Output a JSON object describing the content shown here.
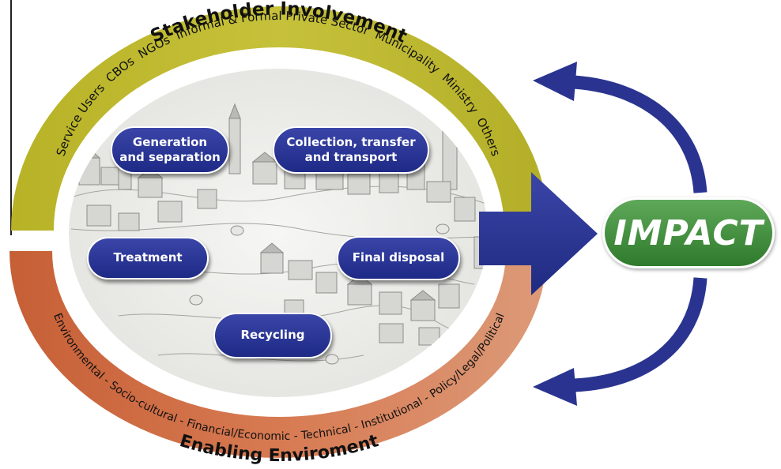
{
  "stakeholder": {
    "title": "Stakeholder Involvement",
    "groups": "Service Users  CBOs  NGOs  Informal & Formal Private Sector  Municipality  Ministry  Others"
  },
  "enabling": {
    "title": "Enabling Enviroment",
    "aspects": "Environmental - Socio-cultural - Financial/Economic - Technical - Institutional - Policy/Legal/Political"
  },
  "elements": {
    "generation": "Generation and separation",
    "collection": "Collection, transfer and transport",
    "treatment": "Treatment",
    "disposal": "Final disposal",
    "recycling": "Recycling"
  },
  "impact": "IMPACT",
  "colors": {
    "stakeholder_band": "#bcb72a",
    "enabling_band": "#cf6c44",
    "element_pill": "#28348f",
    "arrow": "#2a3490",
    "impact": "#4a9444"
  }
}
